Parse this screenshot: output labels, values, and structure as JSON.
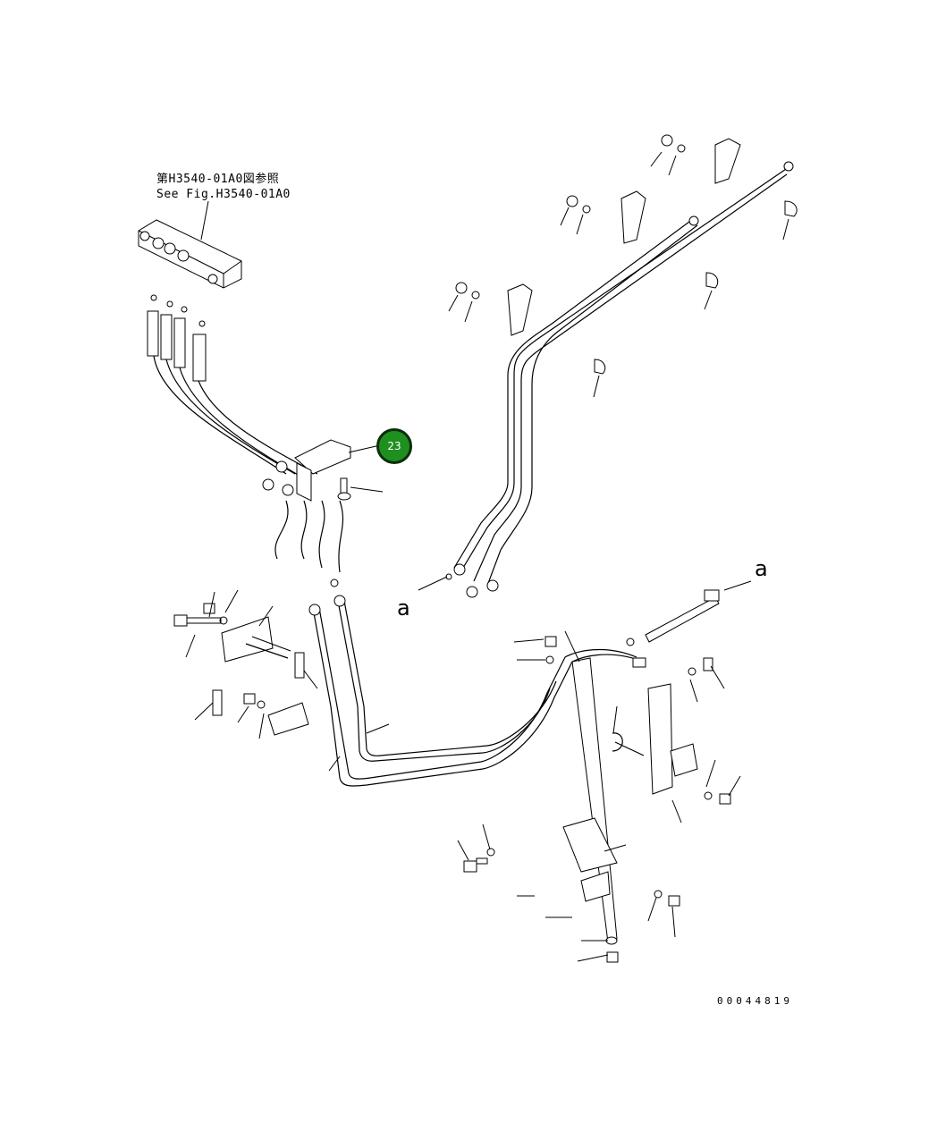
{
  "reference_note": {
    "line_jp": "第H3540-01A0図参照",
    "line_en": "See Fig.H3540-01A0"
  },
  "callouts": {
    "a_left": "a",
    "a_right": "a"
  },
  "part_badge": {
    "number": "23",
    "color": "#1f8f1f"
  },
  "figure_number": "00044819"
}
